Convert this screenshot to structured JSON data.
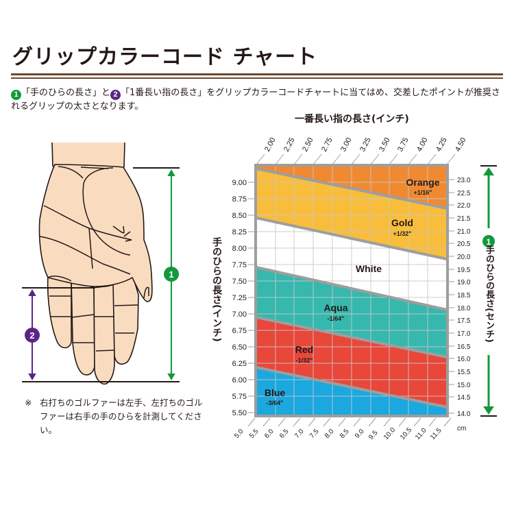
{
  "header": {
    "title": "グリップカラーコード チャート"
  },
  "intro": {
    "badge1": "1",
    "part1": "「手のひらの長さ」と",
    "badge2": "2",
    "part2": "「1番長い指の長さ」をグリップカラーコードチャートに当てはめ、交差したポイントが推奨されるグリップの太さとなります。"
  },
  "illustration": {
    "marker1": "1",
    "marker2": "2",
    "colors": {
      "skin": "#f9dcc0",
      "outline": "#231815",
      "marker1": "#13993d",
      "marker2": "#5b2585"
    }
  },
  "note": {
    "mark": "※",
    "text": "右打ちのゴルファーは左手、左打ちのゴルファーは右手の手のひらを計測してください。"
  },
  "chart_labels": {
    "top_axis_title": "一番長い指の長さ(インチ)",
    "left_axis_title": "手のひらの長さ(インチ)",
    "right_axis_badge": "1",
    "right_axis_title": "手のひらの長さ(センチ)",
    "bottom_unit": "cm"
  },
  "chart_data": {
    "type": "area",
    "title": "グリップカラーコード チャート",
    "xlabel": "一番長い指の長さ(インチ)",
    "ylabel": "手のひらの長さ(インチ)",
    "y2label": "手のひらの長さ(センチ)",
    "x_ticks_top_inch": [
      "2.00",
      "2.25",
      "2.50",
      "2.75",
      "3.00",
      "3.25",
      "3.50",
      "3.75",
      "4.00",
      "4.25",
      "4.50"
    ],
    "x_ticks_bottom_cm": [
      "5.0",
      "5.5",
      "6.0",
      "6.5",
      "7.0",
      "7.5",
      "8.0",
      "8.5",
      "9.0",
      "9.5",
      "10.0",
      "10.5",
      "11.0",
      "11.5"
    ],
    "y_ticks_left_inch": [
      "9.00",
      "8.75",
      "8.50",
      "8.25",
      "8.00",
      "7.75",
      "7.50",
      "7.25",
      "7.00",
      "6.75",
      "6.50",
      "6.25",
      "6.00",
      "5.75",
      "5.50"
    ],
    "y_ticks_right_cm": [
      "23.0",
      "22.5",
      "22.0",
      "21.5",
      "21.0",
      "20.5",
      "20.0",
      "19.5",
      "19.0",
      "18.5",
      "18.0",
      "17.5",
      "17.0",
      "16.5",
      "16.0",
      "15.5",
      "15.0",
      "14.5",
      "14.0"
    ],
    "xlim_inch": [
      2.0,
      4.5
    ],
    "ylim_inch": [
      5.5,
      9.25
    ],
    "grid": true,
    "bands": [
      {
        "name": "Orange",
        "size": "+1/16\"",
        "color": "#ef8a32",
        "upper_boundary": null,
        "lower_boundary": {
          "x_left": 2.0,
          "y_left": 9.22,
          "x_right": 4.5,
          "y_right": 8.6
        }
      },
      {
        "name": "Gold",
        "size": "+1/32\"",
        "color": "#f8bd3a",
        "upper_boundary": {
          "y_left": 9.22,
          "y_right": 8.6
        },
        "lower_boundary": {
          "y_left": 8.5,
          "y_right": 7.85
        }
      },
      {
        "name": "White",
        "size": "",
        "color": "#ffffff",
        "upper_boundary": {
          "y_left": 8.5,
          "y_right": 7.85
        },
        "lower_boundary": {
          "y_left": 7.77,
          "y_right": 7.1
        }
      },
      {
        "name": "Aqua",
        "size": "-1/64\"",
        "color": "#36b8ae",
        "upper_boundary": {
          "y_left": 7.77,
          "y_right": 7.1
        },
        "lower_boundary": {
          "y_left": 7.03,
          "y_right": 6.4
        }
      },
      {
        "name": "Red",
        "size": "-1/32\"",
        "color": "#e8473a",
        "upper_boundary": {
          "y_left": 7.03,
          "y_right": 6.4
        },
        "lower_boundary": {
          "y_left": 6.3,
          "y_right": 5.65
        }
      },
      {
        "name": "Blue",
        "size": "-3/64\"",
        "color": "#1aa8df",
        "upper_boundary": {
          "y_left": 6.3,
          "y_right": 5.65
        },
        "lower_boundary": null
      }
    ],
    "frame_color": "#9e9e9e",
    "grid_color": "#c8c8c8"
  }
}
